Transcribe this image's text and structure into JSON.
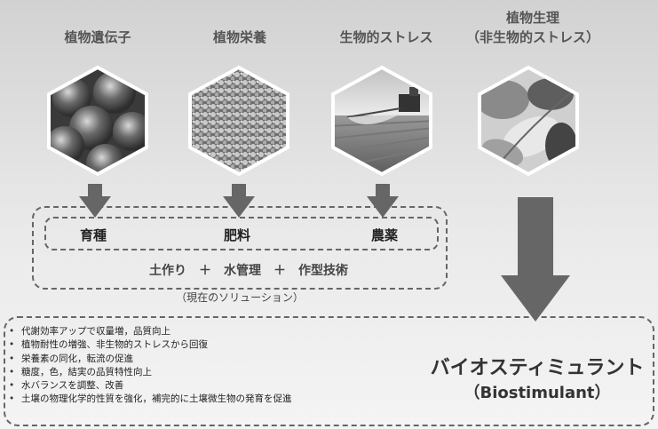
{
  "columns": [
    {
      "label": "植物遺伝子",
      "image": "apples-photo"
    },
    {
      "label": "植物栄養",
      "image": "fertilizer-pellets-photo"
    },
    {
      "label": "生物的ストレス",
      "image": "crop-spraying-photo"
    },
    {
      "label_line1": "植物生理",
      "label_line2": "（非生物的ストレス）",
      "image": "plant-leaves-photo"
    }
  ],
  "solutions": {
    "items": [
      "育種",
      "肥料",
      "農薬"
    ],
    "extras": "土作り　＋　水管理　＋　作型技術",
    "caption": "（現在のソリューション）"
  },
  "biostimulant": {
    "title": "バイオスティミュラント",
    "subtitle": "（Biostimulant）",
    "effects": [
      "代謝効率アップで収量増，品質向上",
      "植物耐性の増強、非生物的ストレスから回復",
      "栄養素の同化，転流の促進",
      "糖度，色，結実の品質特性向上",
      "水バランスを調整、改善",
      "土壌の物理化学的性質を強化，補完的に土壌微生物の発育を促進"
    ]
  }
}
